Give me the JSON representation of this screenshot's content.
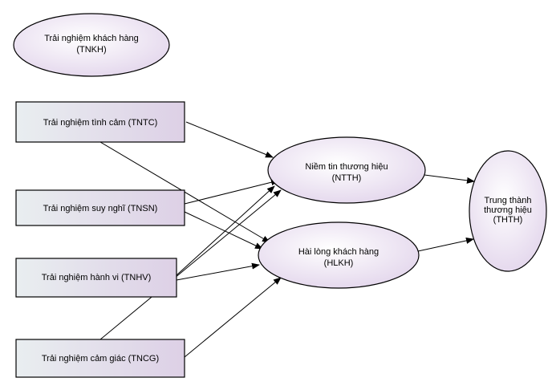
{
  "colors": {
    "box_fill_left": "#e9eef0",
    "box_fill_right": "#ddd0e6",
    "node_fill_center": "#ffffff",
    "node_fill_edge": "#e3d6ec",
    "line": "#000000"
  },
  "nodes": {
    "tnkh": {
      "line1": "Trải nghiệm khách hàng",
      "line2": "(TNKH)"
    },
    "tntc": {
      "label": "Trải nghiệm tình cảm (TNTC)"
    },
    "tnsn": {
      "label": "Trải nghiệm suy nghĩ (TNSN)"
    },
    "tnhv": {
      "label": "Trải nghiệm hành vi (TNHV)"
    },
    "tncg": {
      "label": "Trải nghiệm cảm giác (TNCG)"
    },
    "ntth": {
      "line1": "Niềm tin thương hiệu",
      "line2": "(NTTH)"
    },
    "hlkh": {
      "line1": "Hài lòng khách hàng",
      "line2": "(HLKH)"
    },
    "thth": {
      "line1": "Trung thành",
      "line2": "thương hiệu",
      "line3": "(THTH)"
    }
  },
  "edges": [
    {
      "from": "tntc",
      "to": "ntth"
    },
    {
      "from": "tntc",
      "to": "hlkh"
    },
    {
      "from": "tnsn",
      "to": "ntth"
    },
    {
      "from": "tnsn",
      "to": "hlkh"
    },
    {
      "from": "tnhv",
      "to": "ntth"
    },
    {
      "from": "tnhv",
      "to": "hlkh"
    },
    {
      "from": "tncg",
      "to": "ntth"
    },
    {
      "from": "tncg",
      "to": "hlkh"
    },
    {
      "from": "ntth",
      "to": "thth"
    },
    {
      "from": "hlkh",
      "to": "thth"
    }
  ]
}
